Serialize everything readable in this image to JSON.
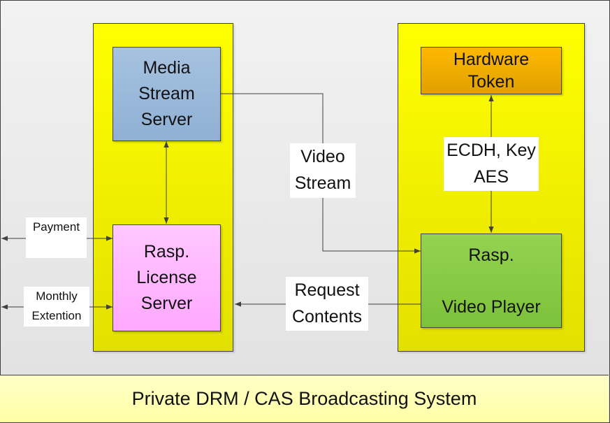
{
  "title": "Private DRM / CAS Broadcasting System",
  "colors": {
    "column_fill": "#ffff00",
    "media_stream_server": "#9dbcdc",
    "license_server": "#ffb0ff",
    "hardware_token": "#f0a800",
    "video_player": "#8cd048",
    "footer": "#ffffb0",
    "connector": "#404040"
  },
  "nodes": {
    "media_stream_server": {
      "line1": "Media",
      "line2": "Stream",
      "line3": "Server"
    },
    "license_server": {
      "line1": "Rasp.",
      "line2": "License",
      "line3": "Server"
    },
    "hardware_token": {
      "line1": "Hardware",
      "line2": "Token"
    },
    "video_player": {
      "line1": "Rasp.",
      "line2": "Video Player"
    }
  },
  "edge_labels": {
    "payment": "Payment",
    "monthly_extension_line1": "Monthly",
    "monthly_extension_line2": "Extention",
    "video_stream_line1": "Video",
    "video_stream_line2": "Stream",
    "request_contents_line1": "Request",
    "request_contents_line2": "Contents",
    "crypto_line1": "ECDH, Key",
    "crypto_line2": "AES"
  },
  "edges": [
    {
      "from": "media_stream_server",
      "to": "license_server",
      "direction": "bidirectional"
    },
    {
      "from": "external",
      "to": "license_server",
      "label": "Payment",
      "direction": "bidirectional"
    },
    {
      "from": "external",
      "to": "license_server",
      "label": "Monthly Extention",
      "direction": "bidirectional"
    },
    {
      "from": "media_stream_server",
      "to": "video_player",
      "label": "Video Stream",
      "direction": "forward"
    },
    {
      "from": "video_player",
      "to": "license_server",
      "label": "Request Contents",
      "direction": "forward"
    },
    {
      "from": "video_player",
      "to": "hardware_token",
      "label": "ECDH, Key AES",
      "direction": "bidirectional"
    }
  ]
}
